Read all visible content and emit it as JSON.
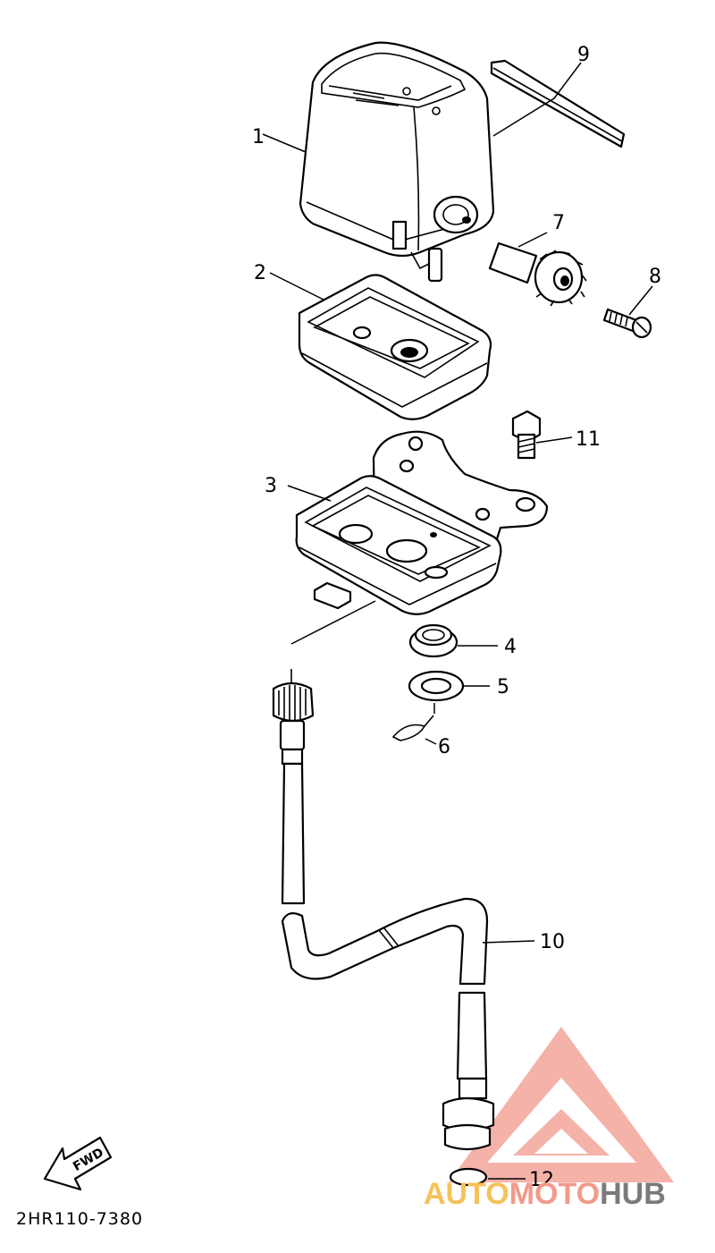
{
  "callouts": {
    "c1": "1",
    "c2": "2",
    "c3": "3",
    "c4": "4",
    "c5": "5",
    "c6": "6",
    "c7": "7",
    "c8": "8",
    "c9": "9",
    "c10": "10",
    "c11": "11",
    "c12": "12"
  },
  "fwd_label": "FWD",
  "diagram_code": "2HR110-7380",
  "watermark": {
    "part1": "AUTO",
    "part2": "MOTO",
    "part3": "HUB"
  },
  "colors": {
    "watermark_red": "#f08a80",
    "watermark_yellow": "#f6c15a",
    "watermark_gray": "#7a7a7a"
  }
}
